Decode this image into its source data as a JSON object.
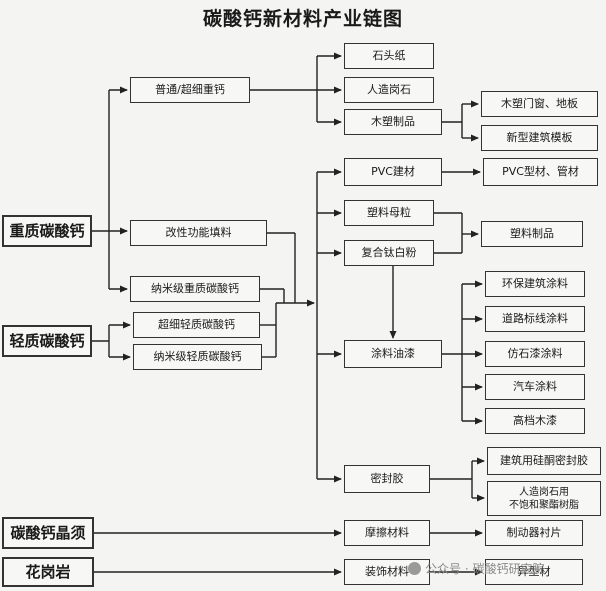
{
  "title": "碳酸钙新材料产业链图",
  "sources": {
    "heavy": "重质碳酸钙",
    "light": "轻质碳酸钙",
    "whisker": "碳酸钙晶须",
    "granite": "花岗岩"
  },
  "stage1": {
    "ordinary_ultrafine_heavy": "普通/超细重钙",
    "modified_filler": "改性功能填料",
    "nano_heavy": "纳米级重质碳酸钙",
    "ultrafine_light": "超细轻质碳酸钙",
    "nano_light": "纳米级轻质碳酸钙"
  },
  "stage2": {
    "stone_paper": "石头纸",
    "artificial_granite": "人造岗石",
    "wood_plastic": "木塑制品",
    "pvc_building": "PVC建材",
    "plastic_masterbatch": "塑料母粒",
    "composite_titanium": "复合钛白粉",
    "coatings": "涂料油漆",
    "sealant": "密封胶",
    "friction": "摩擦材料",
    "decorative": "装饰材料"
  },
  "stage3": {
    "wpc_doors": "木塑门窗、地板",
    "formwork": "新型建筑模板",
    "pvc_profiles": "PVC型材、管材",
    "plastic_products": "塑料制品",
    "eco_coating": "环保建筑涂料",
    "road_coating": "道路标线涂料",
    "stone_coating": "仿石漆涂料",
    "auto_coating": "汽车涂料",
    "wood_paint": "高档木漆",
    "silicone_sealant": "建筑用硅酮密封胶",
    "resin_line1": "人造岗石用",
    "resin_line2": "不饱和聚酯树脂",
    "brake_pads": "制动器衬片",
    "specialty_panels": "异型材"
  },
  "watermark": "公众号 · 碳酸钙研究院",
  "watermark_icon": "wechat-icon"
}
